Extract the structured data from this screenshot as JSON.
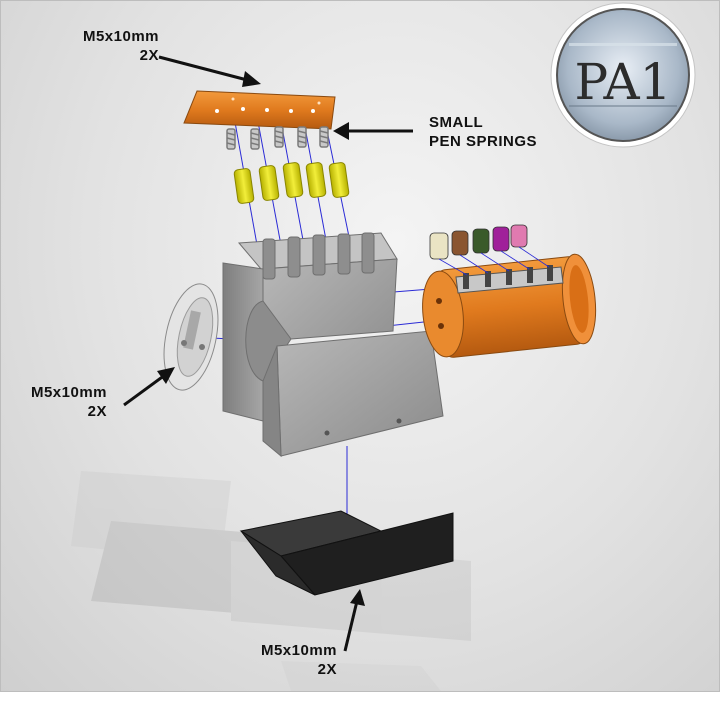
{
  "logo": {
    "text": "PA1"
  },
  "labels": {
    "top_screw": {
      "line1": "M5x10mm",
      "line2": "2X"
    },
    "springs": {
      "line1": "SMALL",
      "line2": "PEN SPRINGS"
    },
    "left_screw": {
      "line1": "M5x10mm",
      "line2": "2X"
    },
    "bottom_screw": {
      "line1": "M5x10mm",
      "line2": "2X"
    }
  },
  "colors": {
    "orange": "#e07a1e",
    "spring": "#9a9a9a",
    "key_pin": "#e6e21a",
    "body": "#9e9e9e",
    "base": "#2a2a2a",
    "guide_line": "#2b2bd6",
    "driver_pins": [
      "#eae4c4",
      "#8a5530",
      "#3a5a2a",
      "#a0209a",
      "#e07ab0"
    ]
  }
}
